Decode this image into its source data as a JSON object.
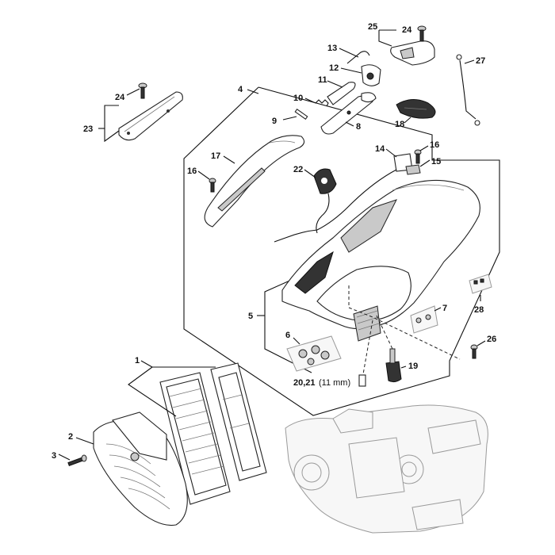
{
  "diagram": {
    "callouts": [
      {
        "id": "c1",
        "text": "1"
      },
      {
        "id": "c2",
        "text": "2"
      },
      {
        "id": "c3",
        "text": "3"
      },
      {
        "id": "c4",
        "text": "4"
      },
      {
        "id": "c5",
        "text": "5"
      },
      {
        "id": "c6",
        "text": "6"
      },
      {
        "id": "c7",
        "text": "7"
      },
      {
        "id": "c8",
        "text": "8"
      },
      {
        "id": "c9",
        "text": "9"
      },
      {
        "id": "c10",
        "text": "10"
      },
      {
        "id": "c11",
        "text": "11"
      },
      {
        "id": "c12",
        "text": "12"
      },
      {
        "id": "c13",
        "text": "13"
      },
      {
        "id": "c14",
        "text": "14"
      },
      {
        "id": "c15",
        "text": "15"
      },
      {
        "id": "c16a",
        "text": "16"
      },
      {
        "id": "c16b",
        "text": "16"
      },
      {
        "id": "c17",
        "text": "17"
      },
      {
        "id": "c18",
        "text": "18"
      },
      {
        "id": "c19",
        "text": "19"
      },
      {
        "id": "c20",
        "text": "20,21"
      },
      {
        "id": "c20mm",
        "text": "(11 mm)"
      },
      {
        "id": "c22",
        "text": "22"
      },
      {
        "id": "c23",
        "text": "23"
      },
      {
        "id": "c24a",
        "text": "24"
      },
      {
        "id": "c24b",
        "text": "24"
      },
      {
        "id": "c25",
        "text": "25"
      },
      {
        "id": "c26",
        "text": "26"
      },
      {
        "id": "c27",
        "text": "27"
      },
      {
        "id": "c28",
        "text": "28"
      }
    ]
  }
}
